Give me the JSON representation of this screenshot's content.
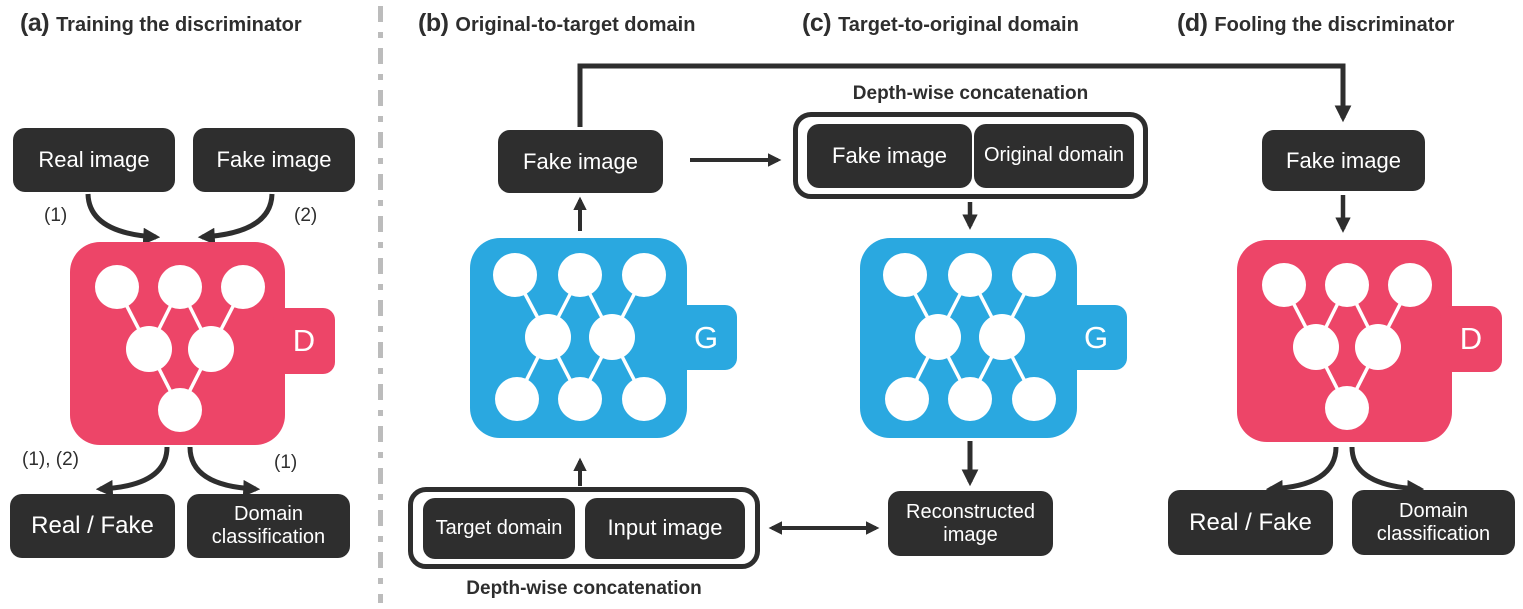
{
  "colors": {
    "pink": "#ED4568",
    "blue": "#2AA8E0",
    "dark": "#2E2E2E",
    "arrow": "#2E2E2E",
    "divider": "#BCBCBC"
  },
  "panels": {
    "a": {
      "tag": "(a)",
      "title": "Training the discriminator",
      "real_image": "Real image",
      "fake_image": "Fake image",
      "ann_in_left": "(1)",
      "ann_in_right": "(2)",
      "ann_out_left": "(1), (2)",
      "ann_out_right": "(1)",
      "network_label": "D",
      "real_fake": "Real / Fake",
      "domain_classification": "Domain classification"
    },
    "b": {
      "tag": "(b)",
      "title": "Original-to-target domain",
      "fake_image": "Fake image",
      "network_label": "G",
      "concat_label": "Depth-wise concatenation",
      "target_domain": "Target domain",
      "input_image": "Input image"
    },
    "c": {
      "tag": "(c)",
      "title": "Target-to-original domain",
      "concat_label": "Depth-wise concatenation",
      "fake_image": "Fake image",
      "original_domain": "Original domain",
      "network_label": "G",
      "reconstructed_image": "Reconstructed image"
    },
    "d": {
      "tag": "(d)",
      "title": "Fooling the discriminator",
      "fake_image": "Fake image",
      "network_label": "D",
      "real_fake": "Real / Fake",
      "domain_classification": "Domain classification"
    }
  }
}
